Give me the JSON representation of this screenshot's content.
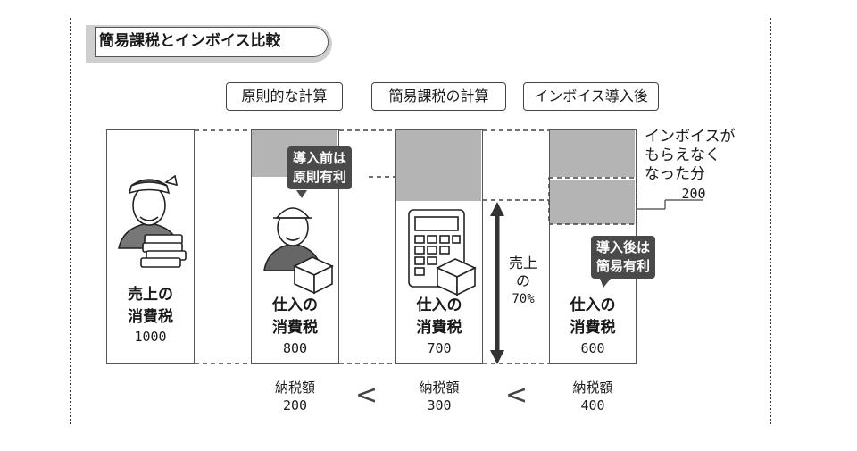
{
  "title": "簡易課税とインボイス比較",
  "headers": {
    "principle": "原則的な計算",
    "simplified": "簡易課税の計算",
    "after_invoice": "インボイス導入後"
  },
  "columns": [
    {
      "label1": "売上の",
      "label2": "消費税",
      "value": "1000"
    },
    {
      "label1": "仕入の",
      "label2": "消費税",
      "value": "800"
    },
    {
      "label1": "仕入の",
      "label2": "消費税",
      "value": "700"
    },
    {
      "label1": "仕入の",
      "label2": "消費税",
      "value": "600"
    }
  ],
  "callouts": {
    "before": "導入前は\n原則有利",
    "after": "導入後は\n簡易有利"
  },
  "ratio": {
    "line1": "売上",
    "line2": "の",
    "line3": "70%"
  },
  "lost_note": {
    "text": "インボイスが\nもらえなく\nなった分",
    "value": "200"
  },
  "tax": [
    {
      "label": "納税額",
      "value": "200"
    },
    {
      "label": "納税額",
      "value": "300"
    },
    {
      "label": "納税額",
      "value": "400"
    }
  ],
  "comparators": [
    "<",
    "<"
  ]
}
